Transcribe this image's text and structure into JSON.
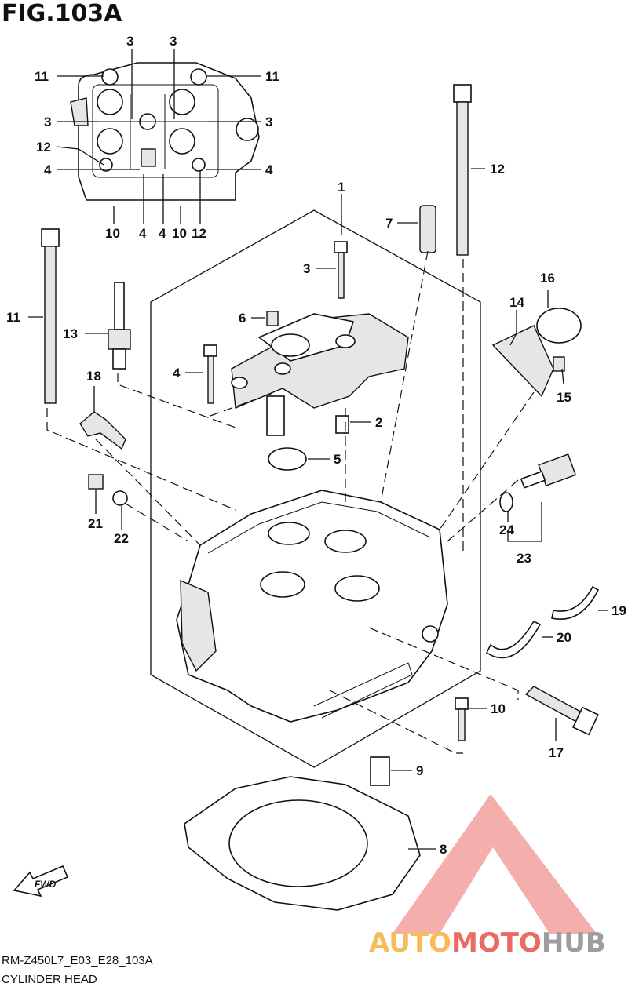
{
  "figure": {
    "title": "FIG.103A",
    "model_code": "RM-Z450L7_E03_E28_103A",
    "section_name": "CYLINDER HEAD",
    "fwd_label": "FWD"
  },
  "watermark": {
    "brand_text": "AUTOMOTOHUB",
    "colors": {
      "logo_red": "#e8524a",
      "logo_orange": "#f5b041",
      "logo_gray": "#8c8c8c"
    }
  },
  "callouts": {
    "inset": [
      "3",
      "3",
      "11",
      "11",
      "3",
      "3",
      "12",
      "4",
      "4",
      "10",
      "4",
      "4",
      "10",
      "12"
    ],
    "main": [
      "1",
      "2",
      "3",
      "4",
      "5",
      "6",
      "7",
      "8",
      "9",
      "10",
      "11",
      "12",
      "13",
      "14",
      "15",
      "16",
      "17",
      "18",
      "19",
      "20",
      "21",
      "22",
      "23",
      "24"
    ]
  }
}
